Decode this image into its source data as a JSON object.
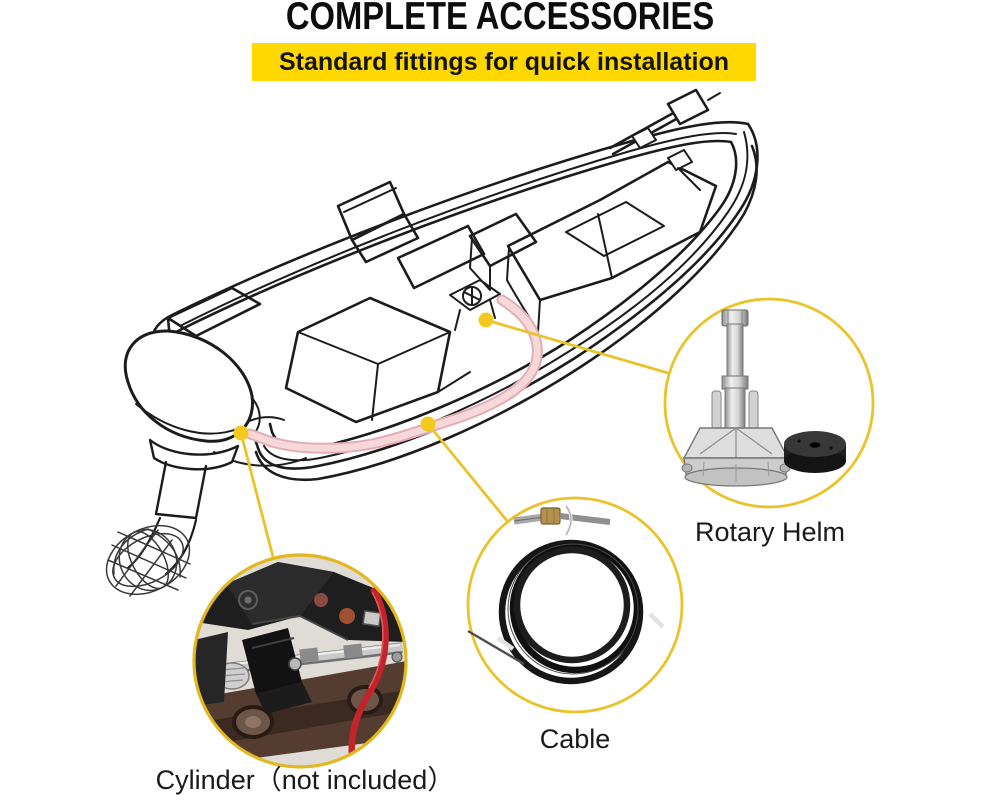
{
  "header": {
    "title": "COMPLETE ACCESSORIES",
    "banner_text": "Standard fittings for quick installation"
  },
  "callouts": {
    "rotary_helm": {
      "label": "Rotary Helm"
    },
    "cable": {
      "label": "Cable"
    },
    "cylinder": {
      "label": "Cylinder（not included）"
    }
  },
  "diagram": {
    "scene": "isometric line drawing of an outboard fishing boat",
    "cable_route": "pink steering cable routed from helm console along starboard gunwale to stern outboard motor",
    "connector_points": [
      "helm-at-console",
      "cable-mid-gunwale",
      "cylinder-at-outboard-motor"
    ]
  },
  "colors": {
    "background": "#FFFFFF",
    "banner_yellow": "#FFD801",
    "callout_yellow": "#EAC32B",
    "line_art": "#1C1C1C",
    "cable_pink": "#F6D7DA",
    "cable_pink_edge": "#E2AEB4",
    "text": "#1A1A1A"
  }
}
